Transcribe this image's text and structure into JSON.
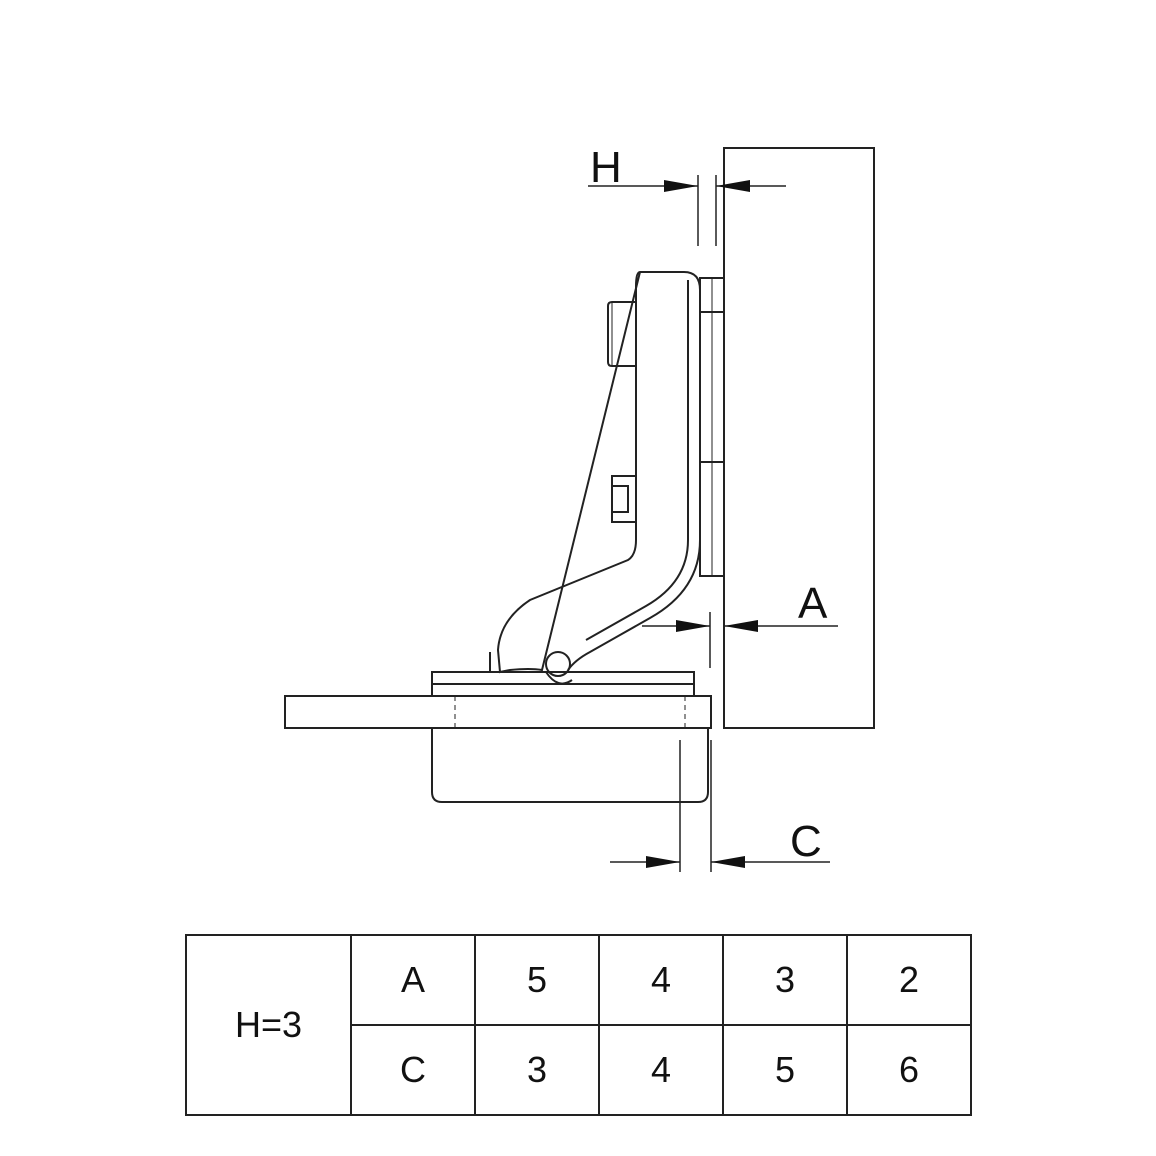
{
  "dimension_labels": {
    "h": "H",
    "a": "A",
    "c": "C"
  },
  "table": {
    "corner": "H=3",
    "rows": [
      {
        "label": "A",
        "values": [
          "5",
          "4",
          "3",
          "2"
        ]
      },
      {
        "label": "C",
        "values": [
          "3",
          "4",
          "5",
          "6"
        ]
      }
    ]
  }
}
